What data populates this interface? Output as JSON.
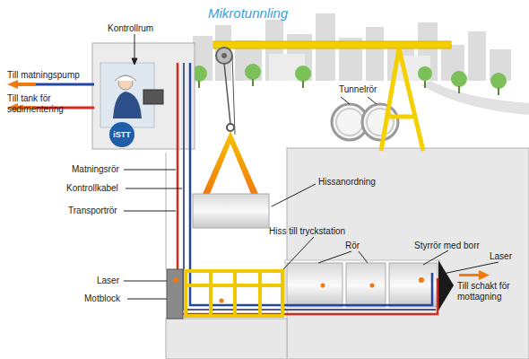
{
  "diagram": {
    "title": "Mikrotunnling",
    "labels": [
      "Kontrollrum",
      "Till matningspump",
      "Till tank för sedimentering",
      "iSTT",
      "Matningsrör",
      "Kontrollkabel",
      "Transportrör",
      "Tunnelrör",
      "Hissanordning",
      "Hiss till tryckstation",
      "Rör",
      "Styrrör med borr",
      "Laser",
      "Laser",
      "Motblock",
      "Till schakt för mottagning"
    ]
  }
}
